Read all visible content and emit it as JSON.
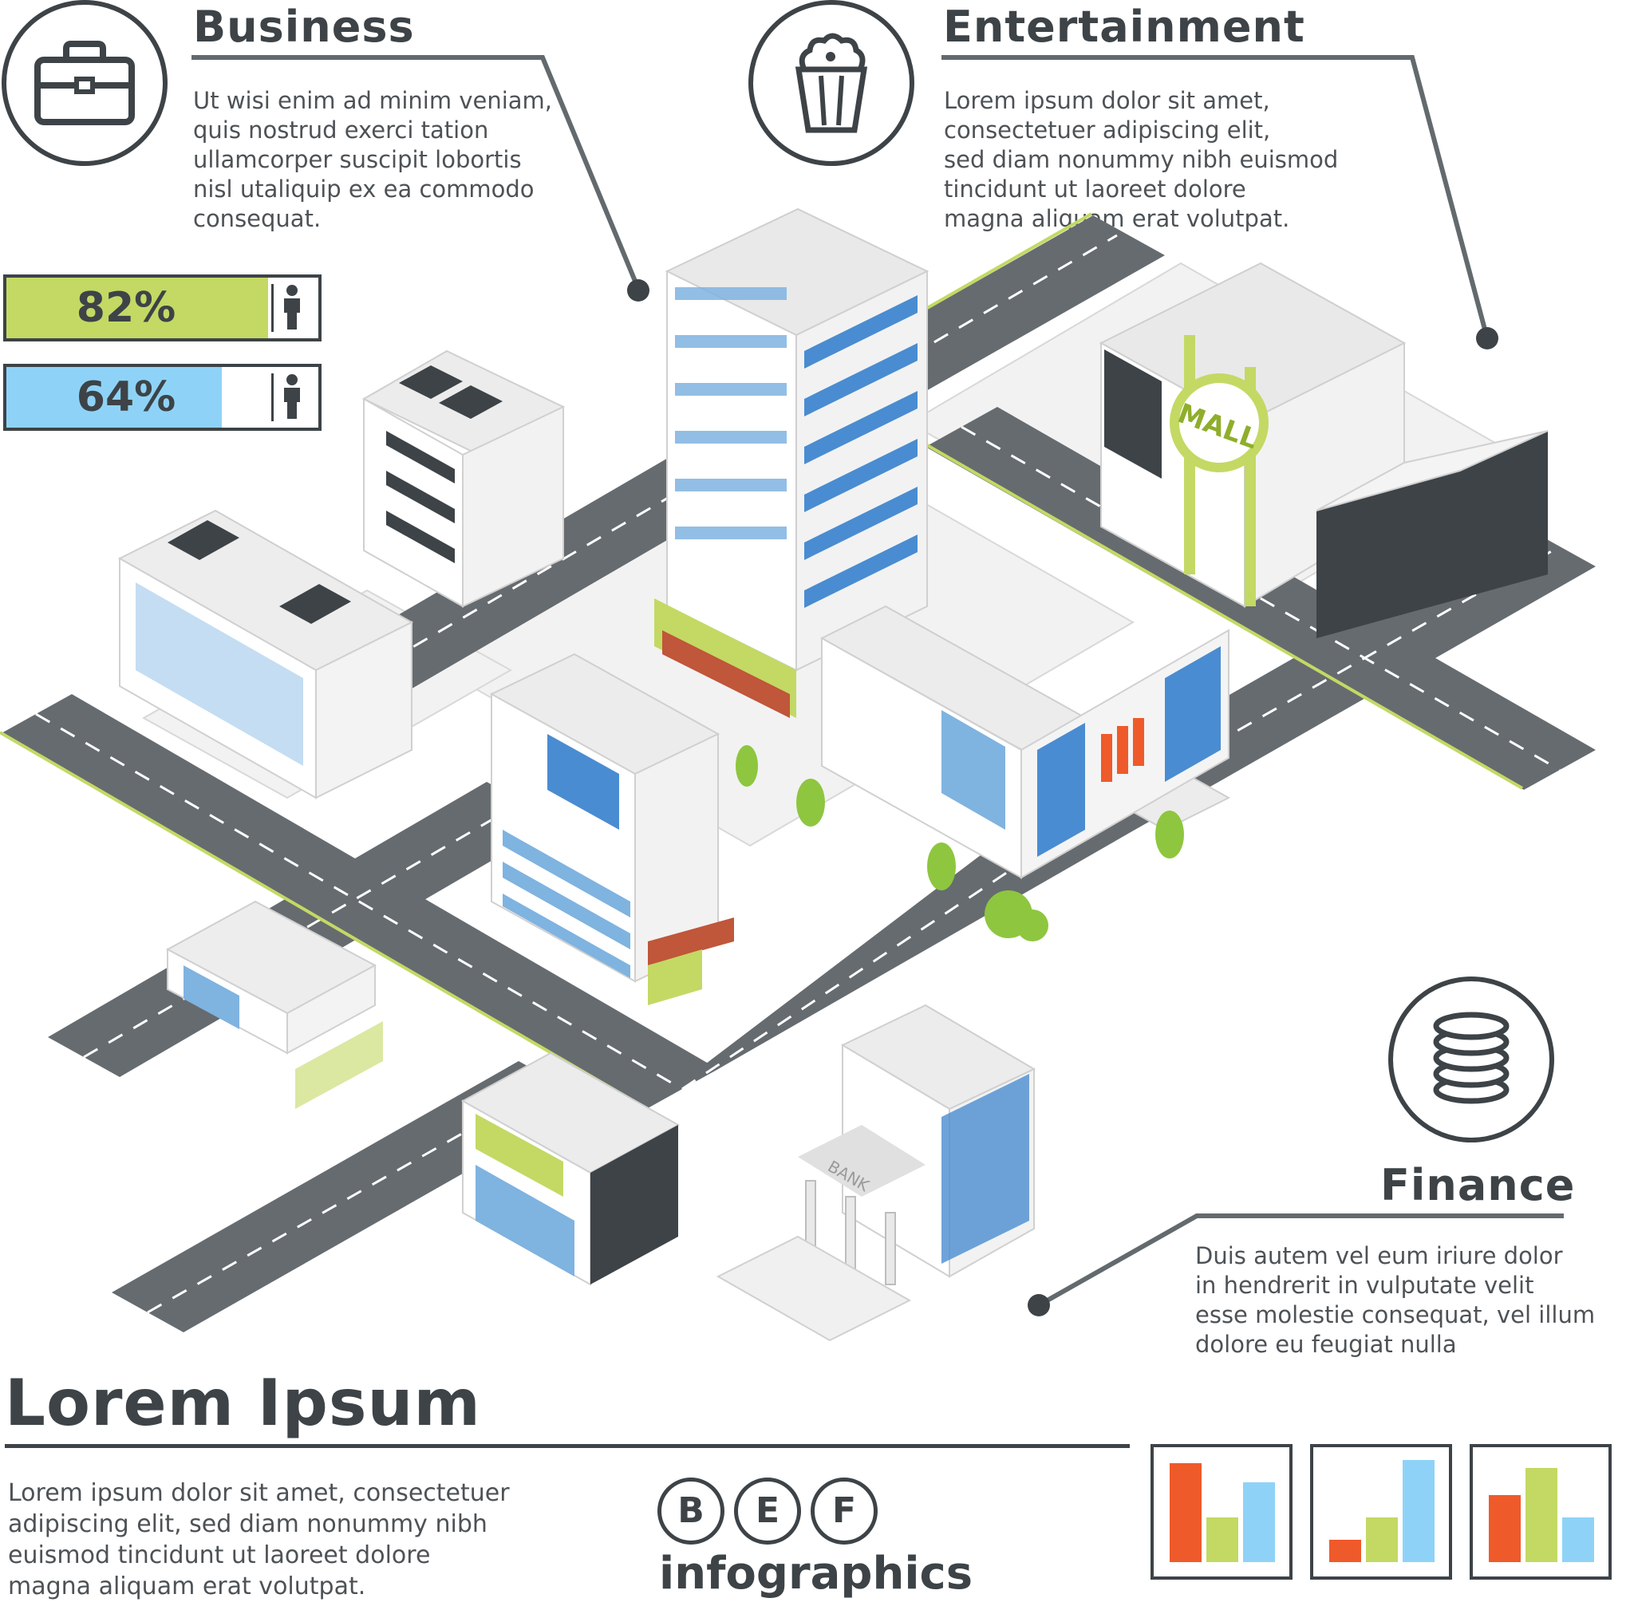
{
  "sections": {
    "business": {
      "title": "Business",
      "text": "Ut wisi enim ad minim veniam,\nquis nostrud exerci tation\nullamcorper suscipit lobortis\nnisl utaliquip ex ea commodo\nconsequat.",
      "icon": "briefcase-icon"
    },
    "entertainment": {
      "title": "Entertainment",
      "text": "Lorem ipsum dolor sit amet,\nconsectetuer adipiscing elit,\nsed diam nonummy nibh euismod\ntincidunt ut laoreet dolore\nmagna aliquam erat volutpat.",
      "icon": "popcorn-icon"
    },
    "finance": {
      "title": "Finance",
      "text": "Duis autem vel eum iriure dolor\nin hendrerit in vulputate velit\nesse molestie consequat, vel illum\ndolore eu feugiat nulla",
      "icon": "coins-icon"
    }
  },
  "stats": [
    {
      "label": "82%",
      "value": 0.82,
      "color": "#c3d964",
      "icon": "person-icon"
    },
    {
      "label": "64%",
      "value": 0.64,
      "color": "#8ed3f7",
      "icon": "person-icon"
    }
  ],
  "city": {
    "mall_sign": "MALL",
    "bank_sign": "BANK"
  },
  "footer": {
    "heading": "Lorem Ipsum",
    "text": "Lorem ipsum dolor sit amet, consectetuer\nadipiscing elit, sed diam nonummy nibh\neuismod tincidunt ut laoreet dolore\nmagna aliquam erat volutpat.",
    "logo_letters": [
      "B",
      "E",
      "F"
    ],
    "logo_word": "infographics"
  },
  "mini_charts": [
    {
      "values": [
        0.96,
        0.42,
        0.74
      ],
      "colors": [
        "#ef5a2b",
        "#c3d964",
        "#8ed3f7"
      ]
    },
    {
      "values": [
        0.22,
        0.42,
        0.96
      ],
      "colors": [
        "#ef5a2b",
        "#c3d964",
        "#8ed3f7"
      ]
    },
    {
      "values": [
        0.62,
        0.9,
        0.42
      ],
      "colors": [
        "#ef5a2b",
        "#c3d964",
        "#8ed3f7"
      ]
    }
  ],
  "colors": {
    "dark": "#3d4347",
    "green": "#c3d964",
    "blue": "#8ed3f7",
    "orange": "#ef5a2b",
    "road": "#666b6f"
  }
}
